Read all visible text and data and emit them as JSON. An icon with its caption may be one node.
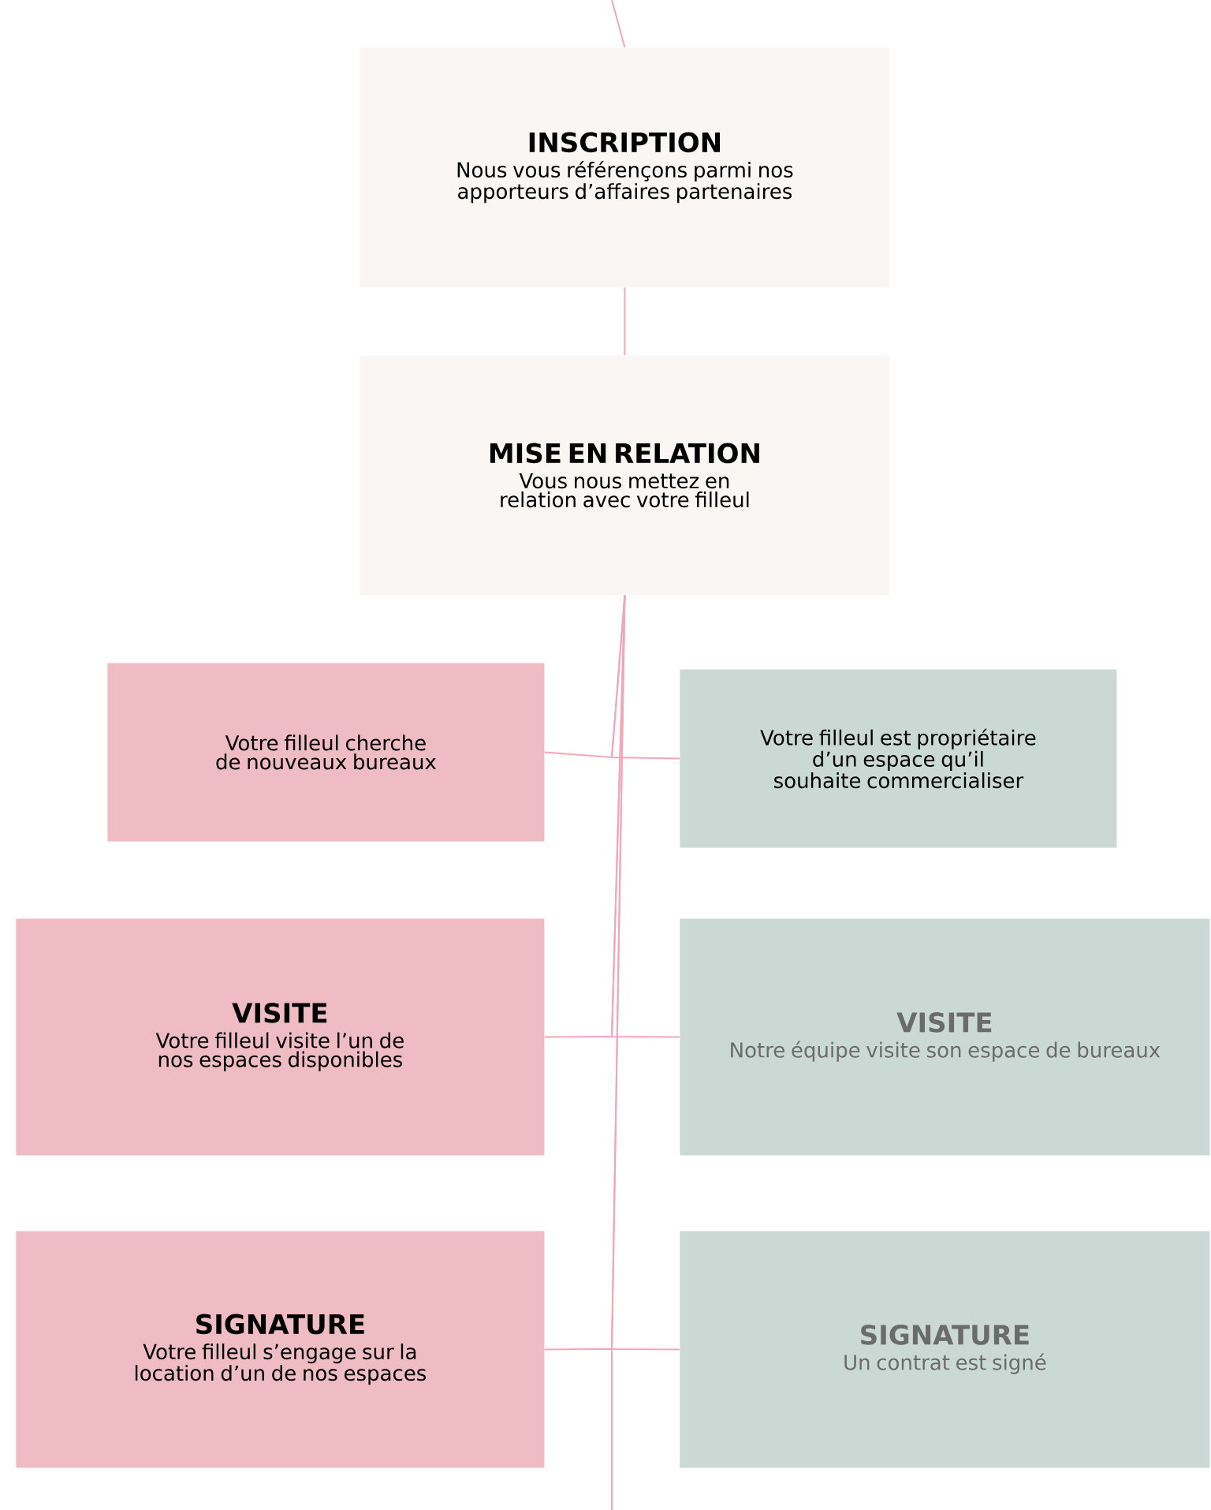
{
  "diagram": {
    "nodes": [
      {
        "text": [
          "INSCRIPTION",
          "Nous vous référençons parmi nos apporteurs d’affaires partenaires"
        ]
      },
      {
        "text": [
          "MISE EN RELATION",
          "Vous nous mettez en relation avec votre filleul"
        ]
      },
      {
        "text": [
          "Votre filleul cherche de nouveaux bureaux"
        ]
      },
      {
        "text": [
          "Votre filleul est propriétaire d’un espace qu’il souhaite commercialiser"
        ]
      },
      {
        "text": [
          "VISITE",
          "Votre filleul visite l’un de nos espaces disponibles"
        ]
      },
      {
        "text": [
          "VISITE",
          "Notre équipe visite son espace de bureaux"
        ]
      },
      {
        "text": [
          "SIGNATURE",
          "Votre filleul s’engage sur la location d’un de nos espaces"
        ]
      },
      {
        "text": [
          "SIGNATURE",
          "Un contrat est signé"
        ]
      }
    ],
    "edges": [
      {
        "from": null,
        "to": 0,
        "arrow": "none"
      },
      {
        "from": 0,
        "to": 1,
        "arrow": "none"
      },
      {
        "from": 1,
        "to": 2,
        "arrow": "none"
      },
      {
        "from": 1,
        "to": 3,
        "arrow": "none"
      },
      {
        "from": 1,
        "to": 4,
        "arrow": "none"
      },
      {
        "from": 1,
        "to": 5,
        "arrow": "none"
      },
      {
        "from": 1,
        "to": 6,
        "arrow": "none"
      },
      {
        "from": 1,
        "to": 7,
        "arrow": "none"
      }
    ]
  }
}
